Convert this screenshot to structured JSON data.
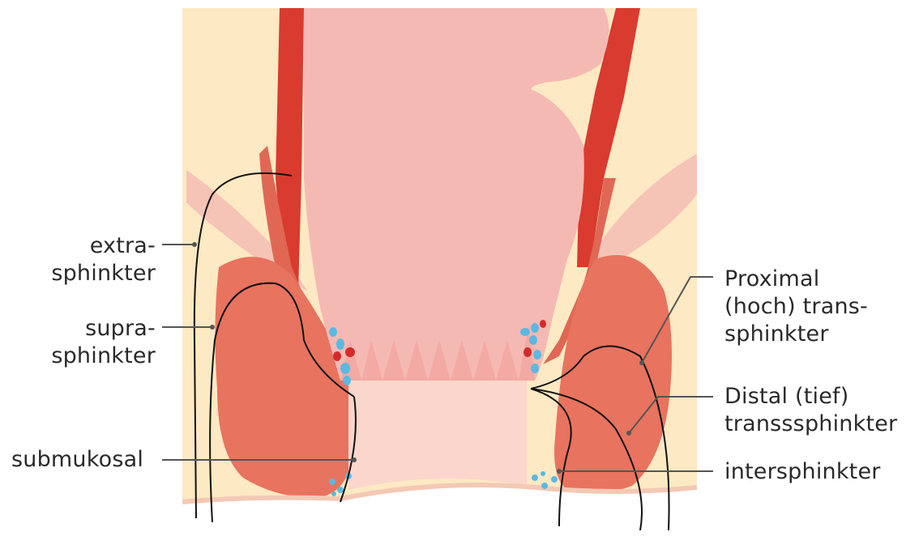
{
  "labels": {
    "extrasphincteric": "extra-\nsphinkter",
    "suprasphincteric": "supra-\nsphinkter",
    "submucosal": "submukosal",
    "proximal_transsphincteric": "Proximal\n(hoch) trans-\nsphinkter",
    "distal_transsphincteric": "Distal (tief)\ntransssphinkter",
    "intersphincteric": "intersphinkter"
  },
  "colors": {
    "muscle": "#e8735f",
    "muscle_dark": "#c8473a",
    "rectal_wall": "#d93b2e",
    "mucosa": "#f5b9b4",
    "mucosa_light": "#fbd9d4",
    "fat": "#fde9c3",
    "skin": "#f8d0c0",
    "vein": "#5bb8e0",
    "artery": "#d52a2a",
    "fistula_line": "#111111",
    "leader_line": "#555555"
  }
}
